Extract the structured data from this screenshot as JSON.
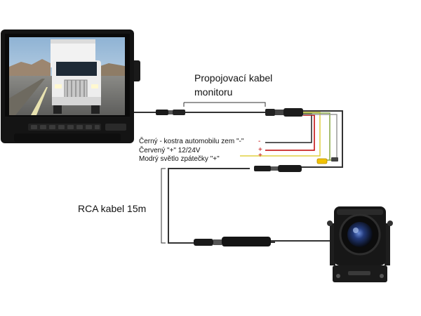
{
  "labels": {
    "cable_line1": "Propojovací kabel",
    "cable_line2": "monitoru",
    "wire_black": "Černý - kostra automobilu zem \"-\"",
    "wire_black_sign": "-",
    "wire_red": "Červený \"+\" 12/24V",
    "wire_red_sign1": "+",
    "wire_red_sign2": "+",
    "wire_blue": "Modrý světlo zpátečky \"+\"",
    "rca": "RCA kabel 15m"
  },
  "monitor": {
    "buttons": [
      "▪",
      "▪",
      "▪",
      "▪",
      "▪",
      "▪",
      "▪",
      "▪"
    ]
  },
  "colors": {
    "cable": "#333333",
    "wire_black": "#222222",
    "wire_red": "#c00000",
    "wire_yellow": "#e0d040",
    "wire_green": "#8aa845",
    "connector_yellow": "#f2c200",
    "monitor_body": "#141414"
  }
}
